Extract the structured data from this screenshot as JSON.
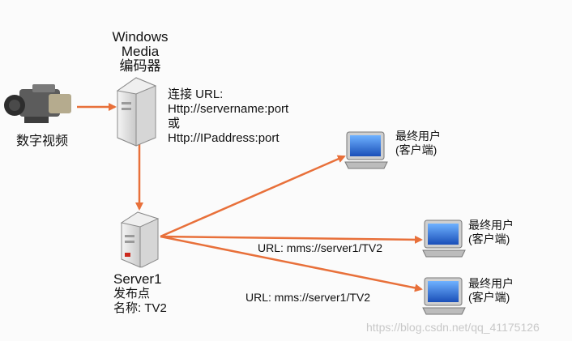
{
  "encoder": {
    "line1": "Windows",
    "line2": "Media",
    "line3": "编码器"
  },
  "camera": {
    "label": "数字视频"
  },
  "connect": {
    "line1": "连接 URL:",
    "line2": "Http://servername:port",
    "line3": "或",
    "line4": "Http://IPaddress:port"
  },
  "server": {
    "name": "Server1",
    "line2": "发布点",
    "line3": "名称: TV2"
  },
  "clients": [
    {
      "line1": "最终用户",
      "line2": "(客户端)"
    },
    {
      "line1": "最终用户",
      "line2": "(客户端)"
    },
    {
      "line1": "最终用户",
      "line2": "(客户端)"
    }
  ],
  "urls": [
    {
      "text": "URL: mms://server1/TV2"
    },
    {
      "text": "URL: mms://server1/TV2"
    }
  ],
  "watermark": "https://blog.csdn.net/qq_41175126",
  "colors": {
    "arrow": "#e8703a"
  }
}
